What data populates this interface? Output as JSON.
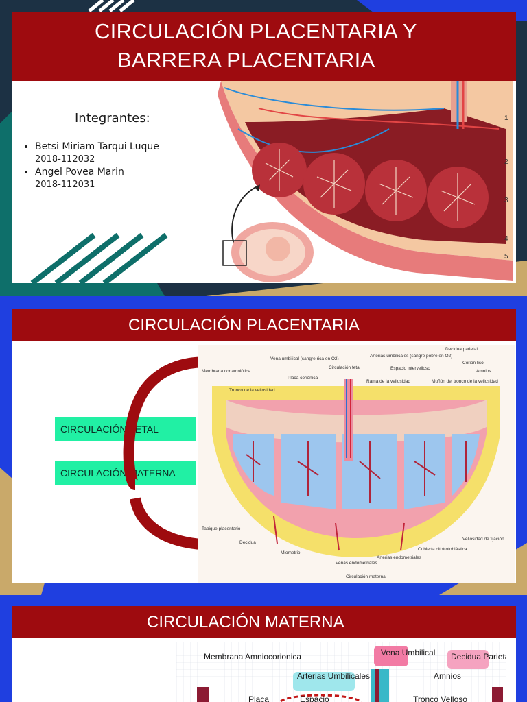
{
  "slide1": {
    "title_line1": "CIRCULACIÓN PLACENTARIA Y",
    "title_line2": "BARRERA PLACENTARIA",
    "integrantes_label": "Integrantes:",
    "members": [
      {
        "name": "Betsi Miriam Tarqui Luque",
        "code": "2018-112032"
      },
      {
        "name": "Angel Povea Marin",
        "code": "2018-112031"
      }
    ],
    "diagram_numbers": [
      "1",
      "2",
      "3",
      "4",
      "5"
    ]
  },
  "slide2": {
    "title": "CIRCULACIÓN PLACENTARIA",
    "fetal_label": "CIRCULACIÓN FETAL",
    "maternal_label": "CIRCULACIÓN MATERNA",
    "diagram_labels": {
      "membrana": "Membrana coriamniótica",
      "vena": "Vena umbilical (sangre rica en O2)",
      "circ_fetal": "Circulación fetal",
      "arterias": "Arterias umbilicales (sangre pobre en O2)",
      "espacio": "Espacio intervelloso",
      "decidua": "Decidua parietal",
      "corion": "Corion liso",
      "amnios": "Amnios",
      "placa": "Placa coriónica",
      "tronco": "Tronco de la vellosidad",
      "rama": "Rama de la vellosidad",
      "munon": "Muñón del tronco de la vellosidad",
      "tabique": "Tabique placentario",
      "decidua_basal": "Decidua",
      "miometrio": "Miometrio",
      "venas": "Venas endometriales",
      "arterias_end": "Arterias endometriales",
      "circ_materna": "Circulación materna",
      "cubierta": "Cubierta citotrofoblástica",
      "fijacion": "Vellosidad de fijación"
    }
  },
  "slide3": {
    "title": "CIRCULACIÓN MATERNA",
    "labels": {
      "membrana": "Membrana Amniocorionica",
      "vena": "Vena Umbilical",
      "decidua": "Decidua Parietal",
      "arterias": "Arterias Umbilicales",
      "amnios": "Amnios",
      "placa": "Placa",
      "espacio": "Espacio",
      "tronco": "Tronco Velloso"
    }
  },
  "colors": {
    "title_bar": "#9e0b0f",
    "green_label": "#21f0a4",
    "bg_dark": "#1c3144",
    "bg_blue": "#1f3fe0",
    "bg_tan": "#c9a96a",
    "bg_teal": "#0e6f6a"
  }
}
